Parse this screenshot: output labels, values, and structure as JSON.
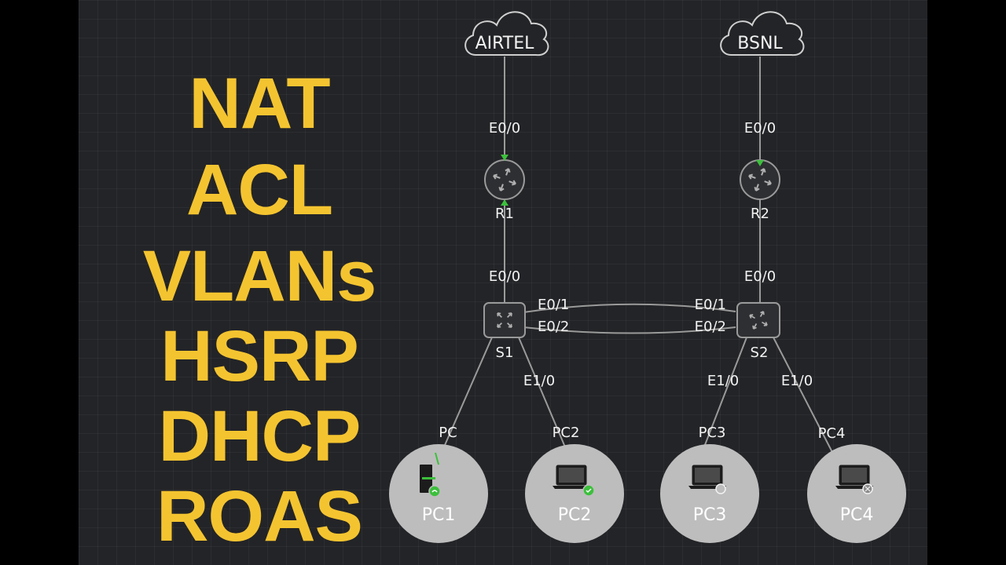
{
  "topics": [
    "NAT",
    "ACL",
    "VLANs",
    "HSRP",
    "DHCP",
    "ROAS"
  ],
  "colors": {
    "accent": "#f4c430",
    "background": "#232427",
    "line": "#9a9a9a",
    "link_up": "#3cc03c"
  },
  "clouds": {
    "left": "AIRTEL",
    "right": "BSNL"
  },
  "routers": {
    "r1": {
      "name": "R1",
      "port_up": "E0/0",
      "port_down": "E0/0"
    },
    "r2": {
      "name": "R2",
      "port_up": "E0/0",
      "port_down": "E0/0"
    }
  },
  "switches": {
    "s1": {
      "name": "S1",
      "port_a": "E0/1",
      "port_b": "E0/2",
      "port_pc2": "E1/0"
    },
    "s2": {
      "name": "S2",
      "port_a": "E0/1",
      "port_b": "E0/2",
      "port_pc3": "E1/0",
      "port_pc4": "E1/0"
    }
  },
  "hosts": [
    {
      "link_label": "PC",
      "name": "PC1",
      "icon": "desktop-tower-icon"
    },
    {
      "link_label": "PC2",
      "name": "PC2",
      "icon": "laptop-icon"
    },
    {
      "link_label": "PC3",
      "name": "PC3",
      "icon": "laptop-icon"
    },
    {
      "link_label": "PC4",
      "name": "PC4",
      "icon": "laptop-icon"
    }
  ]
}
